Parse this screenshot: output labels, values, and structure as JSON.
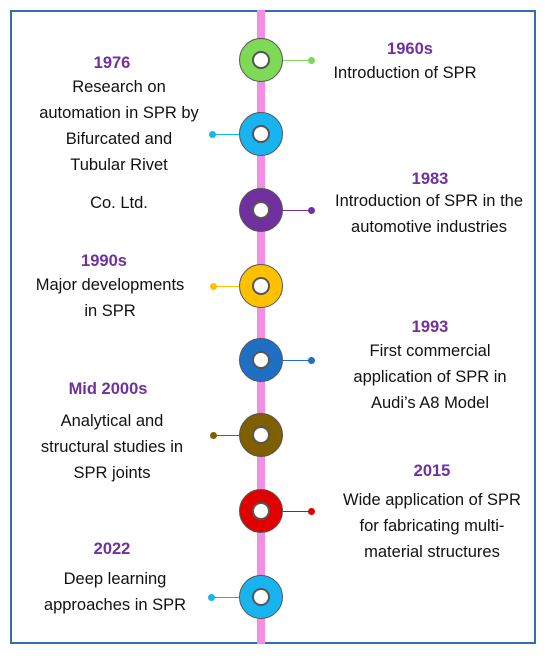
{
  "colors": {
    "frame": "#2f6fb2",
    "spine": "#f38ee6",
    "year": "#7030a0"
  },
  "events": [
    {
      "year": "1960s",
      "desc": [
        "Introduction of SPR"
      ],
      "color": "#7ed957"
    },
    {
      "year": "1976",
      "desc": [
        "Research on",
        "automation in SPR by",
        "Bifurcated and",
        "Tubular Rivet",
        "Co. Ltd."
      ],
      "color": "#18b4f0"
    },
    {
      "year": "1983",
      "desc": [
        "Introduction of SPR in the",
        "automotive industries"
      ],
      "color": "#7030a0"
    },
    {
      "year": "1990s",
      "desc": [
        "Major developments",
        "in SPR"
      ],
      "color": "#ffc000"
    },
    {
      "year": "1993",
      "desc": [
        "First commercial",
        "application of SPR in",
        "Audi’s A8 Model"
      ],
      "color": "#1f6fc5"
    },
    {
      "year": "Mid 2000s",
      "desc": [
        "Analytical and",
        "structural studies in",
        "SPR joints"
      ],
      "color": "#7f5f00"
    },
    {
      "year": "2015",
      "desc": [
        "Wide application of SPR",
        "for fabricating multi-",
        "material structures"
      ],
      "color": "#e00000"
    },
    {
      "year": "2022",
      "desc": [
        "Deep learning",
        "approaches in SPR"
      ],
      "color": "#18b4f0"
    }
  ]
}
